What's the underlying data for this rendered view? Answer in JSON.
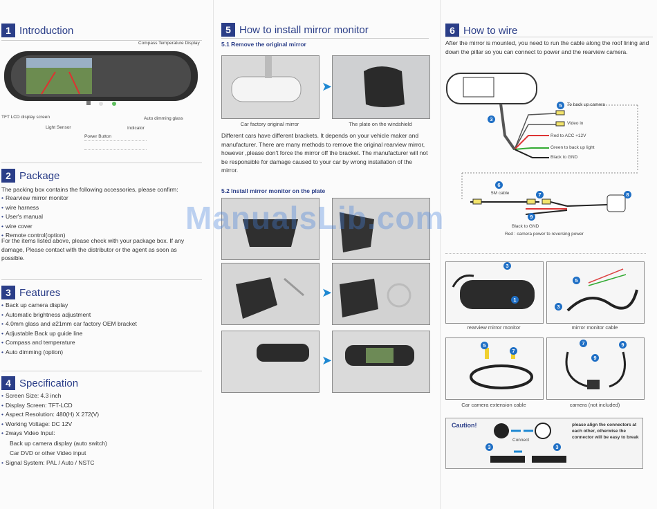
{
  "sections": {
    "intro": {
      "num": "1",
      "title": "Introduction",
      "labels": {
        "compass": "Compass Temperature Display",
        "tft": "TFT LCD display screen",
        "light": "Light Sensor",
        "power": "Power Button",
        "indicator": "Indicator",
        "dimming": "Auto dimming glass"
      }
    },
    "package": {
      "num": "2",
      "title": "Package",
      "intro": "The packing box contains the following accessories, please confirm:",
      "items": [
        "Rearview mirror monitor",
        "wire harness",
        "User's manual",
        "wire cover",
        "Remote control(option)"
      ],
      "note": "For the items listed above, please check with your package box. If any damage, Please contact with the distributor or the agent as soon as possible."
    },
    "features": {
      "num": "3",
      "title": "Features",
      "items": [
        "Back up camera display",
        "Automatic brightness adjustment",
        "4.0mm glass and ø21mm car factory OEM bracket",
        "Adjustable Back up guide line",
        "Compass and temperature",
        "Auto dimming (option)"
      ]
    },
    "spec": {
      "num": "4",
      "title": "Specification",
      "items": [
        "Screen Size:  4.3 inch",
        "Display Screen:  TFT-LCD",
        "Aspect Resolution:  480(H) X 272(V)",
        "Working Voltage:  DC 12V",
        "2ways Video Input:"
      ],
      "sub_items": [
        "Back up camera display (auto switch)",
        "Car DVD or other Video input"
      ],
      "last": "Signal System:  PAL / Auto / NSTC"
    },
    "install": {
      "num": "5",
      "title": "How to install mirror monitor",
      "sub1": "5.1 Remove the original mirror",
      "cap_left": "Car factory original mirror",
      "cap_right": "The plate on the windshield",
      "para": "Different cars have different brackets. It depends on your vehicle maker and manufacturer. There are many methods to remove the original rearview mirror, however ,please don't force the mirror off the bracket. The manufacturer will not be responsible for damage caused to your car by wrong installation of the mirror.",
      "sub2": "5.2  Install mirror monitor on the plate"
    },
    "wire": {
      "num": "6",
      "title": "How to wire",
      "para": "After the mirror is mounted, you need to run the cable along the roof lining and down the pillar so you can connect to power and the rearview camera.",
      "wires": [
        "To back up camera",
        "Video in",
        "Red to ACC +12V",
        "Green to back up light",
        "Black to GND"
      ],
      "cable": "5M cable",
      "gnd": "Black to GND",
      "red": "Red : camera power to reversing power",
      "captions": [
        "rearview mirror monitor",
        "mirror monitor cable",
        "Car camera extension cable",
        "camera (not included)"
      ],
      "caution_title": "Caution!",
      "connect": "Connect",
      "caution_text": "please align the connectors at each other, otherwise the connector will be easy to break",
      "badges": [
        "1",
        "3",
        "5",
        "6",
        "7",
        "8",
        "9"
      ]
    }
  },
  "watermark": "ManualsLib.com",
  "colors": {
    "accent": "#2b3e88",
    "badge": "#1f6fc5",
    "arrow": "#1e88d2"
  }
}
